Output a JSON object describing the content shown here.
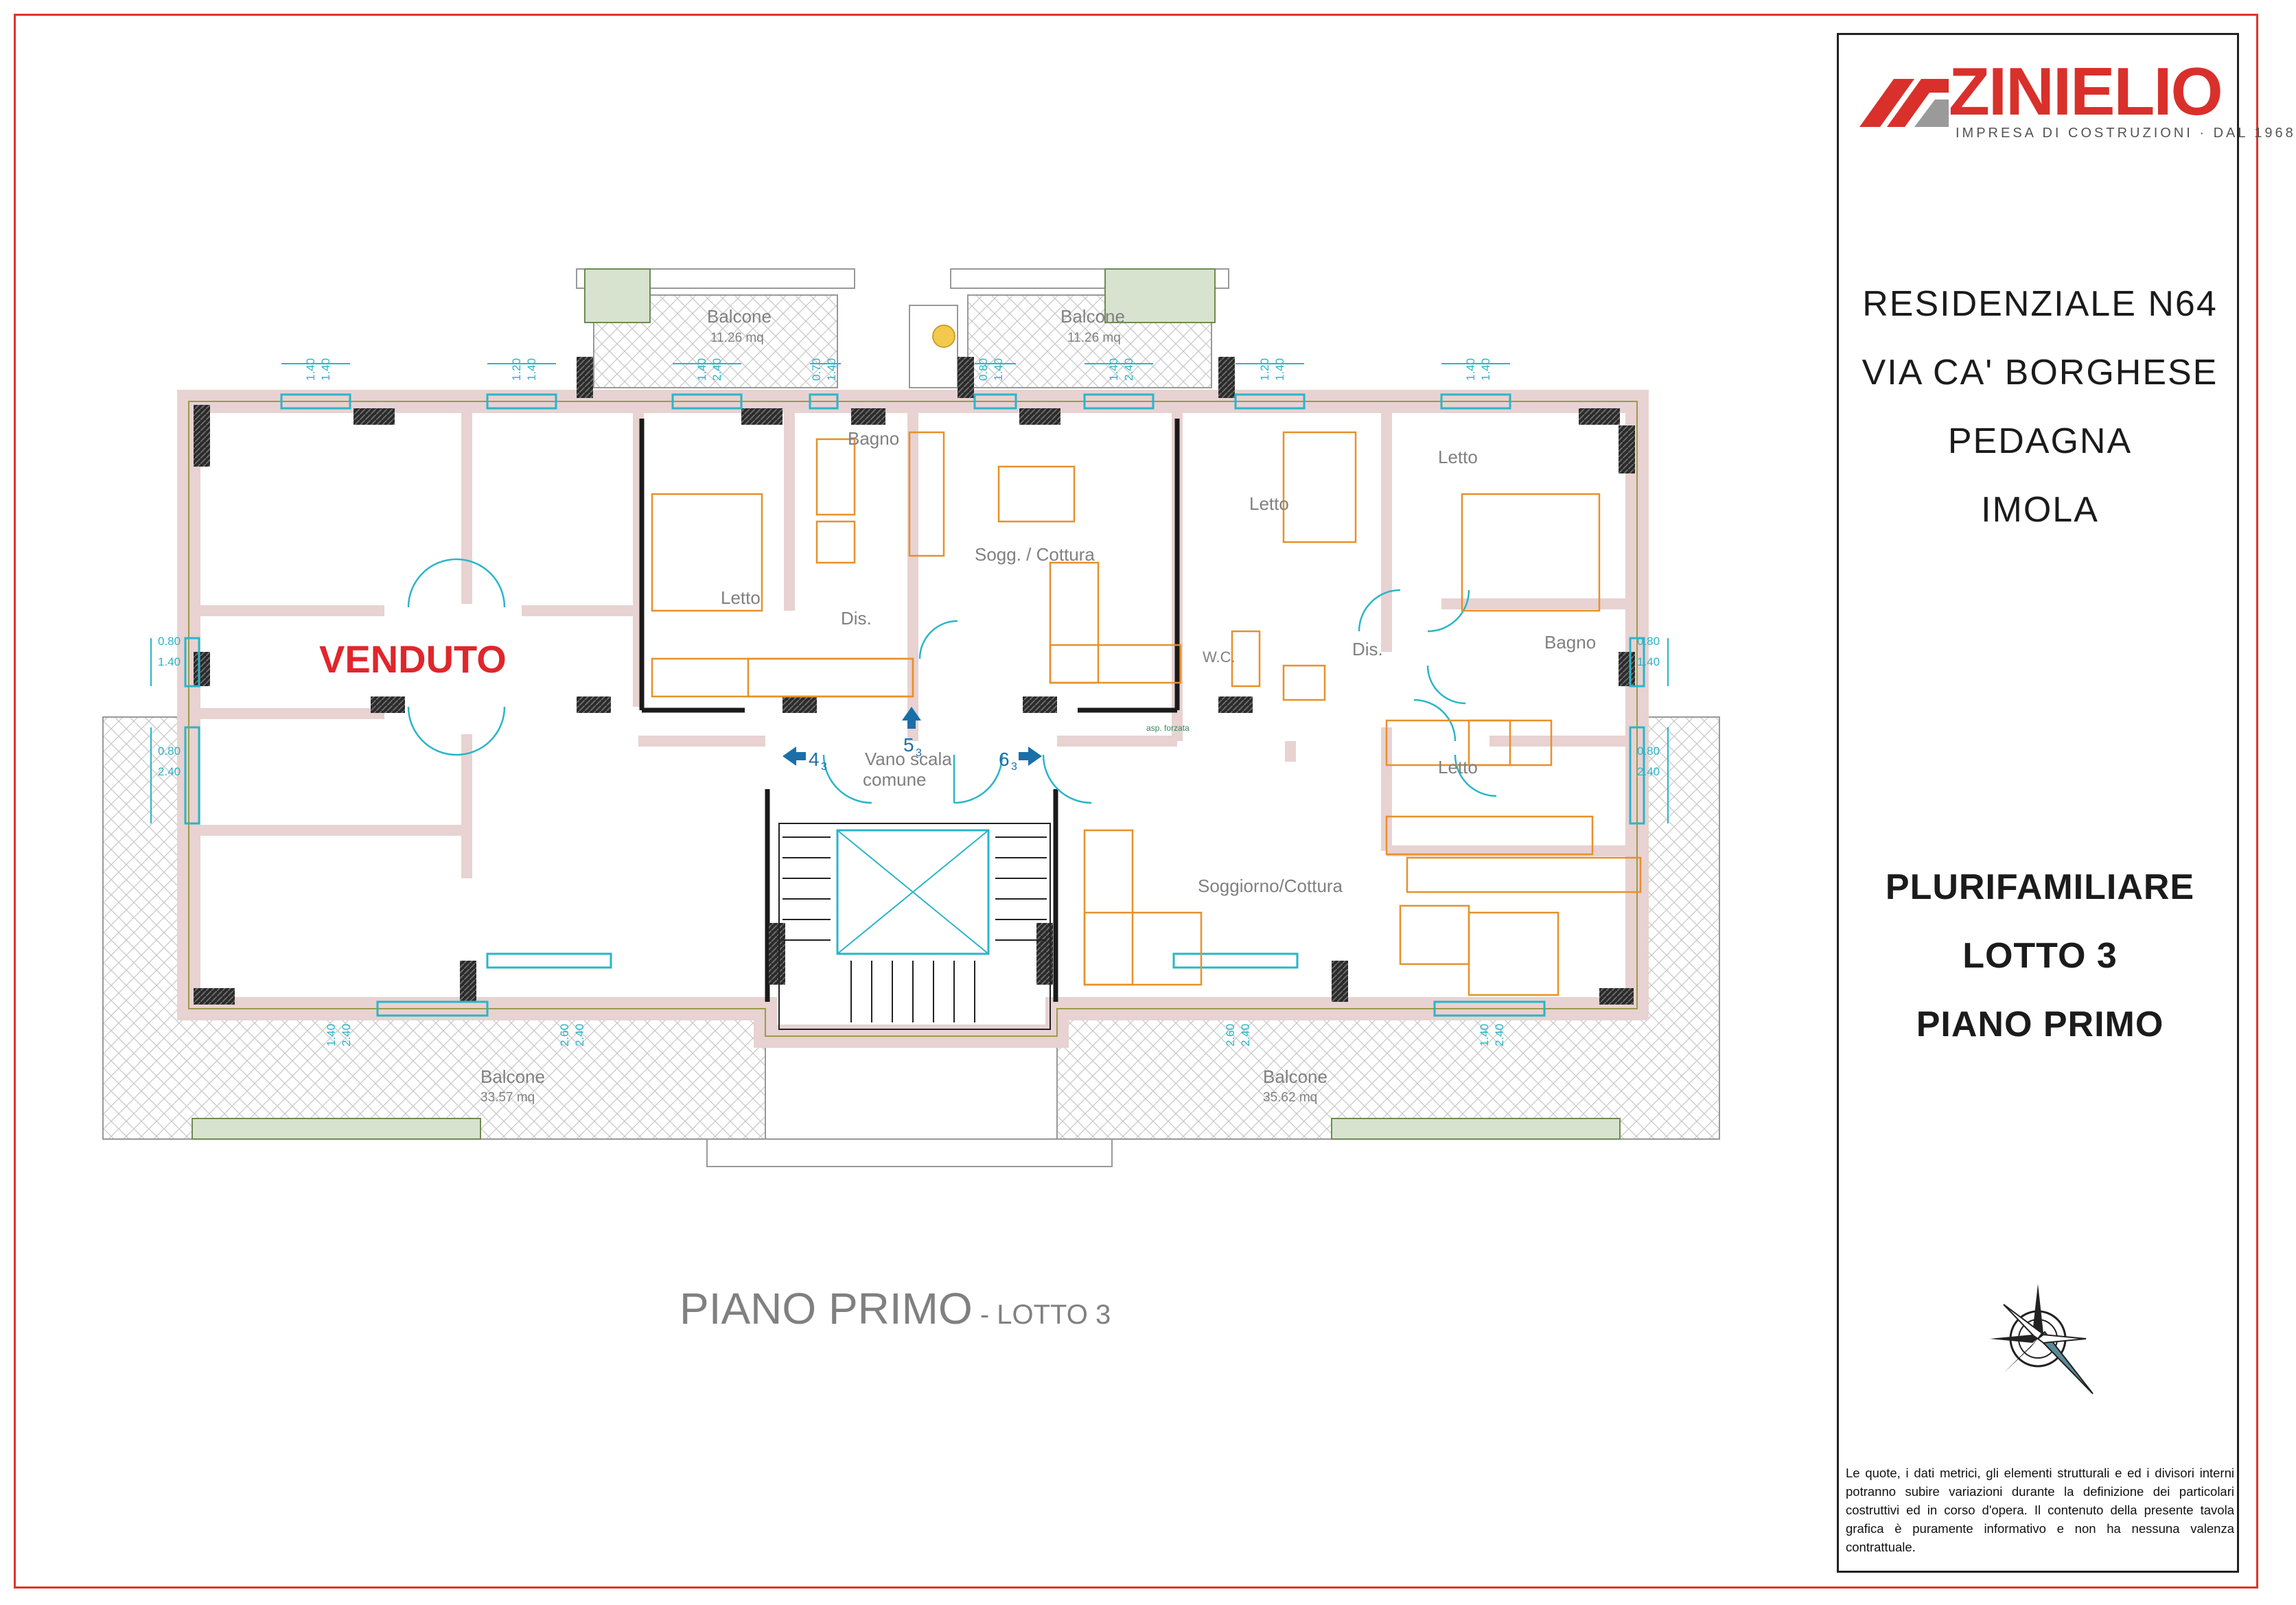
{
  "brand": {
    "name": "ZINIELIO",
    "tagline": "IMPRESA DI COSTRUZIONI · DAL 1968",
    "color": "#d9302b"
  },
  "address": {
    "line1": "RESIDENZIALE  N64",
    "line2": "VIA CA' BORGHESE",
    "line3": "PEDAGNA",
    "line4": "IMOLA"
  },
  "lot": {
    "line1": "PLURIFAMILIARE",
    "line2": "LOTTO 3",
    "line3": "PIANO  PRIMO"
  },
  "disclaimer": "Le quote, i dati metrici, gli elementi strutturali e ed i divisori interni potranno subire variazioni durante la definizione dei particolari costruttivi ed in corso d'opera. Il contenuto della presente tavola grafica è puramente informativo e non ha nessuna valenza contrattuale.",
  "plan_title": {
    "main": "PIANO PRIMO",
    "sub": " - LOTTO 3"
  },
  "sold_label": "VENDUTO",
  "rooms": {
    "balcone_top_left": "Balcone",
    "balcone_top_left_area": "11.26 mq",
    "balcone_top_right": "Balcone",
    "balcone_top_right_area": "11.26 mq",
    "bagno_center": "Bagno",
    "letto_center": "Letto",
    "dis_center": "Dis.",
    "sogg_cottura": "Sogg. / Cottura",
    "letto_right_1": "Letto",
    "letto_right_2": "Letto",
    "wc": "W.C.",
    "dis_right": "Dis.",
    "bagno_right": "Bagno",
    "letto_right_3": "Letto",
    "vano_scala_1": "Vano scala",
    "vano_scala_2": "comune",
    "soggiorno_cottura": "Soggiorno/Cottura",
    "balcone_bottom_left": "Balcone",
    "balcone_bottom_left_area": "33.57 mq",
    "balcone_bottom_right": "Balcone",
    "balcone_bottom_right_area": "35.62 mq",
    "asp_forzata": "asp. forzata"
  },
  "unit_markers": {
    "left": "4",
    "center": "5",
    "right": "6",
    "floor": "3"
  },
  "dimensions": {
    "a": "1.40",
    "b": "1.20",
    "c": "0.70",
    "d": "0.80",
    "e": "2.40",
    "f": "2.60",
    "g": "0.80",
    "h": "2.40",
    "i": "1.40",
    "j": "2.40"
  },
  "colors": {
    "wall": "#e8d2d2",
    "wall_edge": "#9b9b4a",
    "furniture": "#e8902a",
    "dimension": "#2ab5c9",
    "marker": "#1a6fa8",
    "text_gray": "#808080"
  }
}
